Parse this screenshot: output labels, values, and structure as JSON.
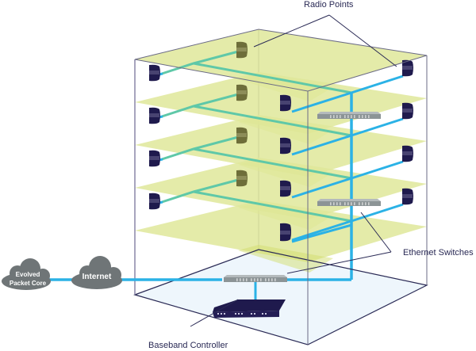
{
  "diagram": {
    "title": "In-building Radio Dot deployment",
    "labels": {
      "radio_points": "Radio Points",
      "ethernet_switches": "Ethernet Switches",
      "baseband_controller": "Baseband Controller"
    },
    "clouds": [
      {
        "id": "epc",
        "line1": "Evolved",
        "line2": "Packet Core"
      },
      {
        "id": "internet",
        "line1": "Internet"
      }
    ],
    "floors": 5,
    "radio_points_per_floor": 4,
    "ethernet_switch_count": 3,
    "colors": {
      "floor_plane": "#dfe89a",
      "floor_plane_dark": "#d2dd6e",
      "cable_blue": "#2bb2e6",
      "cable_teal": "#5fc8a8",
      "radio_dark": "#1f1a4d",
      "radio_olive": "#6e6e3a",
      "switch_gray": "#8c9496",
      "cloud_gray": "#6f7577",
      "box_edge": "#6b6b85",
      "base_floor": "#eef6fc",
      "label_text": "#2a2a55",
      "leader_line": "#2a2a55"
    }
  }
}
